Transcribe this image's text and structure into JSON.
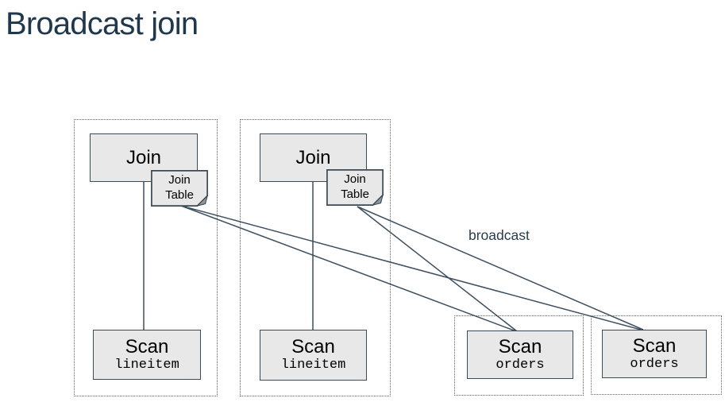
{
  "title": "Broadcast join",
  "edge_label": "broadcast",
  "colors": {
    "title_text": "#20384c",
    "box_fill": "#e8e8e8",
    "box_border": "#3b4a54",
    "connector": "#3d4f5f",
    "container_dots": "#676767"
  },
  "pipelines": [
    {
      "join_label": "Join",
      "note_line1": "Join",
      "note_line2": "Table",
      "scan_label": "Scan",
      "scan_table": "lineitem"
    },
    {
      "join_label": "Join",
      "note_line1": "Join",
      "note_line2": "Table",
      "scan_label": "Scan",
      "scan_table": "lineitem"
    }
  ],
  "broadcast_scans": [
    {
      "scan_label": "Scan",
      "scan_table": "orders"
    },
    {
      "scan_label": "Scan",
      "scan_table": "orders"
    }
  ]
}
